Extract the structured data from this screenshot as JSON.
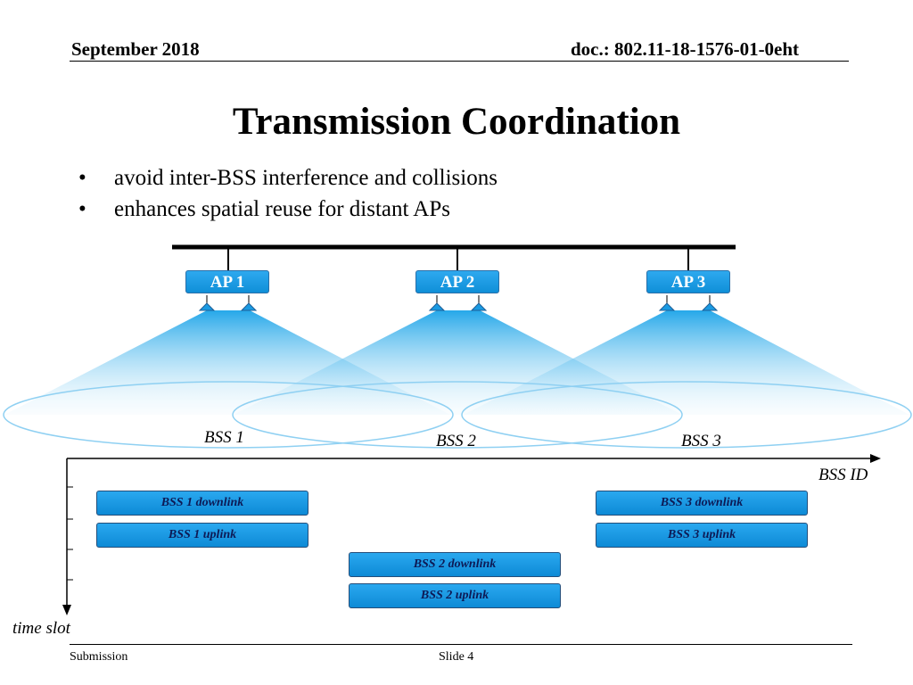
{
  "header": {
    "date": "September 2018",
    "doc": "doc.: 802.11-18-1576-01-0eht"
  },
  "title": "Transmission Coordination",
  "bullets": [
    {
      "marker": "•",
      "text": "avoid inter-BSS interference and collisions"
    },
    {
      "marker": "•",
      "text": "enhances spatial reuse for distant APs"
    }
  ],
  "aps": [
    {
      "label": "AP 1"
    },
    {
      "label": "AP 2"
    },
    {
      "label": "AP 3"
    }
  ],
  "bss": [
    {
      "label": "BSS 1"
    },
    {
      "label": "BSS 2"
    },
    {
      "label": "BSS 3"
    }
  ],
  "axes": {
    "x_label": "BSS ID",
    "y_label": "time slot"
  },
  "slots": {
    "bss1_downlink": "BSS 1 downlink",
    "bss1_uplink": "BSS 1 uplink",
    "bss2_downlink": "BSS 2 downlink",
    "bss2_uplink": "BSS 2 uplink",
    "bss3_downlink": "BSS 3 downlink",
    "bss3_uplink": "BSS 3 uplink"
  },
  "footer": {
    "left": "Submission",
    "center": "Slide 4"
  },
  "colors": {
    "ap_fill": "#1a9ae2",
    "beam": "#35b4ee",
    "slot_fill": "#1a9ae2"
  }
}
